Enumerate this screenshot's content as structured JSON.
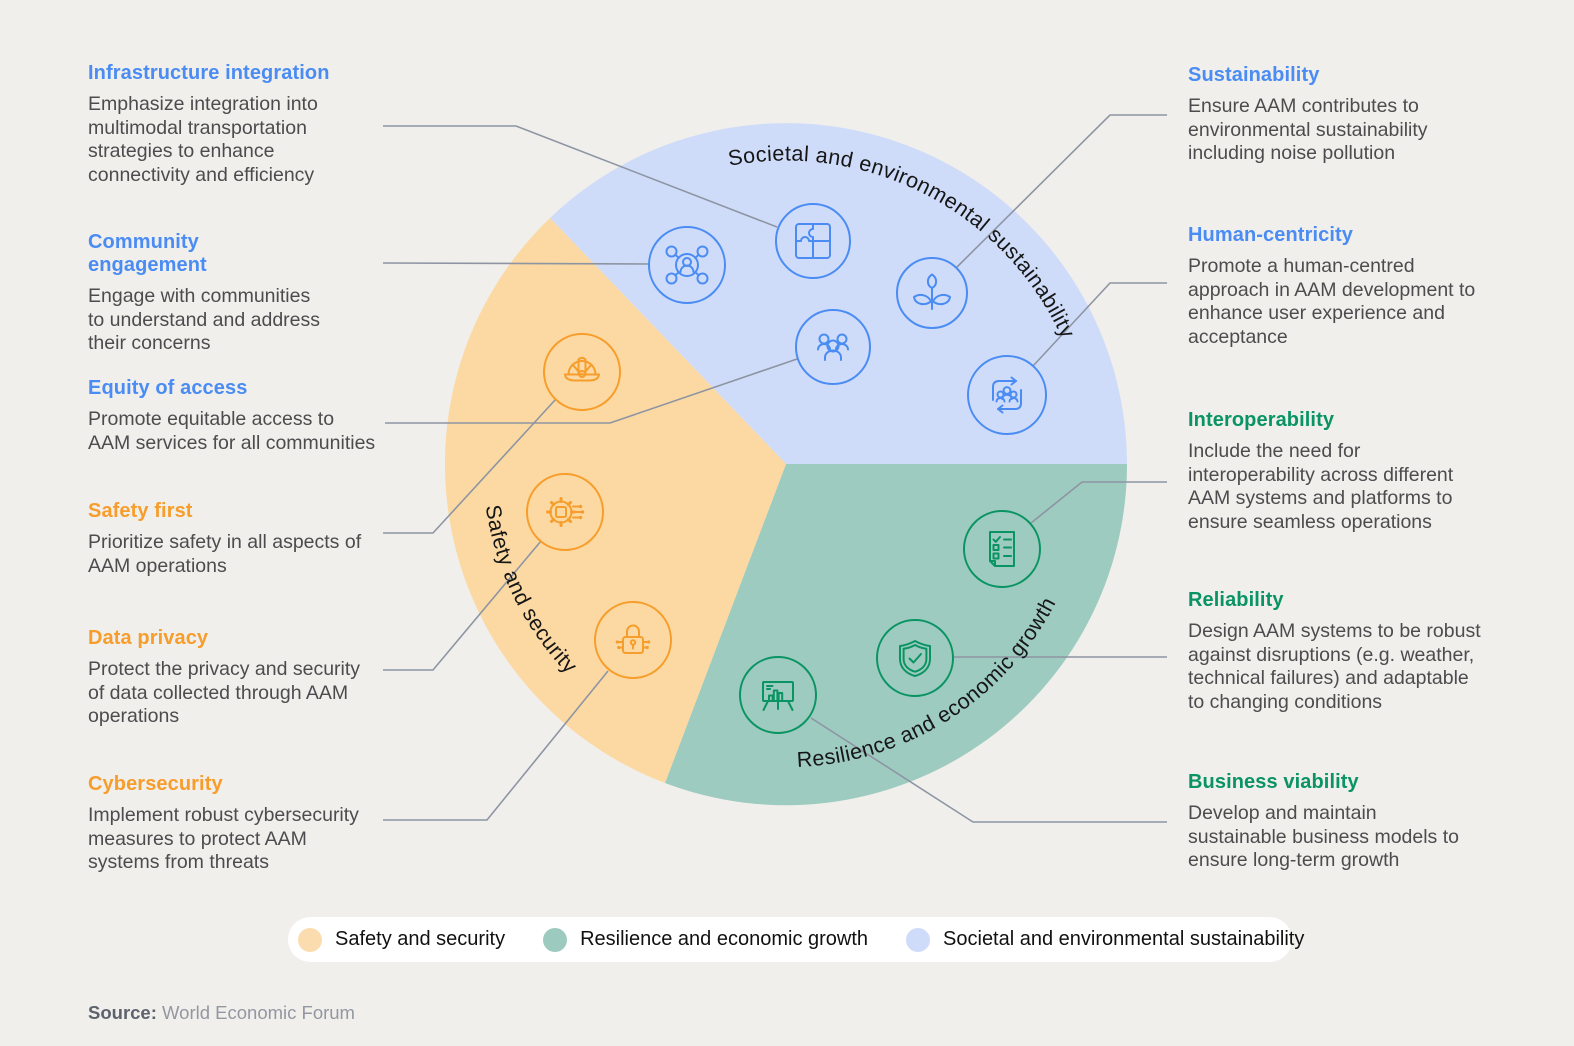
{
  "wheel": {
    "segments": [
      {
        "id": "safety",
        "label": "Safety and security",
        "fill": "#fcd9a2",
        "accent": "#f79d2b"
      },
      {
        "id": "resilience",
        "label": "Resilience and economic growth",
        "fill": "#9ecbbf",
        "accent": "#0b9463"
      },
      {
        "id": "societal",
        "label": "Societal and environmental sustainability",
        "fill": "#cfdcf9",
        "accent": "#4a8cf3"
      }
    ],
    "icons": [
      "puzzle-icon",
      "network-icon",
      "leaf-icon",
      "people-group-icon",
      "human-cycle-icon",
      "hard-hat-icon",
      "chip-gear-icon",
      "padlock-icon",
      "checklist-icon",
      "shield-check-icon",
      "presentation-chart-icon"
    ]
  },
  "callouts_left": [
    {
      "title": "Infrastructure integration",
      "color": "#4a8cf3",
      "body": "Emphasize integration into multimodal transportation strategies to enhance connectivity and efficiency"
    },
    {
      "title": "Community engagement",
      "color": "#4a8cf3",
      "body": "Engage with communities to understand and address their concerns"
    },
    {
      "title": "Equity of access",
      "color": "#4a8cf3",
      "body": "Promote equitable access to AAM services for all communities"
    },
    {
      "title": "Safety first",
      "color": "#f79d2b",
      "body": "Prioritize safety in all aspects of AAM operations"
    },
    {
      "title": "Data privacy",
      "color": "#f79d2b",
      "body": "Protect the privacy and security of data collected through AAM operations"
    },
    {
      "title": "Cybersecurity",
      "color": "#f79d2b",
      "body": "Implement robust cybersecurity measures to protect AAM systems from threats"
    }
  ],
  "callouts_right": [
    {
      "title": "Sustainability",
      "color": "#4a8cf3",
      "body": "Ensure AAM contributes to environmental sustainability including noise pollution"
    },
    {
      "title": "Human-centricity",
      "color": "#4a8cf3",
      "body": "Promote a human-centred approach in AAM development to enhance user experience and acceptance"
    },
    {
      "title": "Interoperability",
      "color": "#0b9463",
      "body": "Include the need for interoperability across different AAM systems and platforms to ensure seamless operations"
    },
    {
      "title": "Reliability",
      "color": "#0b9463",
      "body": "Design AAM systems to be robust against disruptions (e.g. weather, technical failures) and adaptable to changing conditions"
    },
    {
      "title": "Business viability",
      "color": "#0b9463",
      "body": "Develop and maintain sustainable business models to ensure long-term growth"
    }
  ],
  "legend": {
    "items": [
      {
        "label": "Safety and security",
        "color": "#fbdcae"
      },
      {
        "label": "Resilience and economic growth",
        "color": "#9ccabf"
      },
      {
        "label": "Societal and environmental sustainability",
        "color": "#cfdcf9"
      }
    ]
  },
  "source": {
    "prefix": "Source:",
    "text": "World Economic Forum"
  }
}
